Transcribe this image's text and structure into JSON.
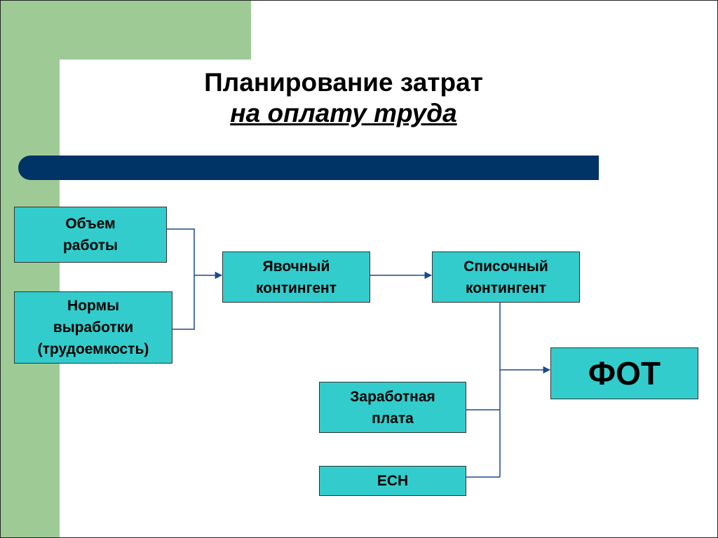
{
  "title": {
    "line1": "Планирование затрат",
    "line2": "на оплату труда"
  },
  "boxes": {
    "volume": "Объем\nработы",
    "norms": "Нормы\nвыработки\n(трудоемкость)",
    "attendance": "Явочный\nконтингент",
    "roster": "Списочный\nконтингент",
    "salary": "Заработная\nплата",
    "esn": "ЕСН",
    "fot": "ФОТ"
  },
  "colors": {
    "box_fill": "#33cccc",
    "accent_bar": "#003366",
    "green_panel": "#9ecb95",
    "connector": "#1a4a8a"
  }
}
